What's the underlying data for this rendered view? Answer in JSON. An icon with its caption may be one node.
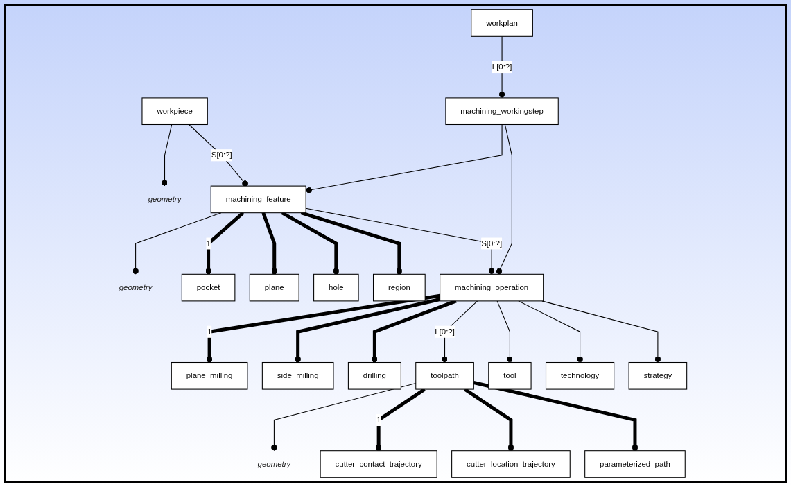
{
  "diagram": {
    "nodes": [
      {
        "text": [
          "geometry"
        ]
      },
      {
        "text": [
          "workpiece"
        ]
      },
      {
        "text": [
          "workplan"
        ]
      },
      {
        "text": [
          "geometry"
        ]
      },
      {
        "text": [
          "machining_feature"
        ]
      },
      {
        "text": [
          "machining_workingstep"
        ]
      },
      {
        "text": [
          "pocket"
        ]
      },
      {
        "text": [
          "plane"
        ]
      },
      {
        "text": [
          "hole"
        ]
      },
      {
        "text": [
          "region"
        ]
      },
      {
        "text": [
          "machining_operation"
        ]
      },
      {
        "text": [
          "plane_milling"
        ]
      },
      {
        "text": [
          "side_milling"
        ]
      },
      {
        "text": [
          "drilling"
        ]
      },
      {
        "text": [
          "tool"
        ]
      },
      {
        "text": [
          "geometry"
        ]
      },
      {
        "text": [
          "toolpath"
        ]
      },
      {
        "text": [
          "technology"
        ]
      },
      {
        "text": [
          "strategy"
        ]
      },
      {
        "text": [
          "cutter_contact_trajectory"
        ]
      },
      {
        "text": [
          "cutter_location_trajectory"
        ]
      },
      {
        "text": [
          "parameterized_path"
        ]
      }
    ],
    "edges": [
      {
        "from": 1,
        "to": 0,
        "arrow": "other"
      },
      {
        "from": 1,
        "to": 4,
        "arrow": "other",
        "label": "S[0:?]"
      },
      {
        "from": 2,
        "to": 5,
        "arrow": "other",
        "label": "L[0:?]"
      },
      {
        "from": 4,
        "to": 3,
        "arrow": "other"
      },
      {
        "from": 5,
        "to": 4,
        "arrow": "other"
      },
      {
        "from": 4,
        "to": 6,
        "arrow": "other",
        "style": "thick",
        "label": "1"
      },
      {
        "from": 4,
        "to": 7,
        "arrow": "other",
        "style": "thick"
      },
      {
        "from": 4,
        "to": 8,
        "arrow": "other",
        "style": "thick"
      },
      {
        "from": 4,
        "to": 9,
        "arrow": "other",
        "style": "thick"
      },
      {
        "from": 5,
        "to": 10,
        "arrow": "other"
      },
      {
        "from": 4,
        "to": 10,
        "arrow": "other",
        "label": "S[0:?]"
      },
      {
        "from": 10,
        "to": 11,
        "arrow": "other",
        "style": "thick",
        "label": "1"
      },
      {
        "from": 10,
        "to": 12,
        "arrow": "other",
        "style": "thick"
      },
      {
        "from": 10,
        "to": 13,
        "arrow": "other",
        "style": "thick"
      },
      {
        "from": 10,
        "to": 16,
        "arrow": "other",
        "label": "L[0:?]"
      },
      {
        "from": 10,
        "to": 14,
        "arrow": "other"
      },
      {
        "from": 10,
        "to": 17,
        "arrow": "other"
      },
      {
        "from": 10,
        "to": 18,
        "arrow": "other"
      },
      {
        "from": 16,
        "to": 15,
        "arrow": "other"
      },
      {
        "from": 16,
        "to": 19,
        "arrow": "other",
        "style": "thick",
        "label": "1"
      },
      {
        "from": 16,
        "to": 20,
        "arrow": "other",
        "style": "thick"
      },
      {
        "from": 16,
        "to": 21,
        "arrow": "other",
        "style": "thick"
      }
    ]
  }
}
